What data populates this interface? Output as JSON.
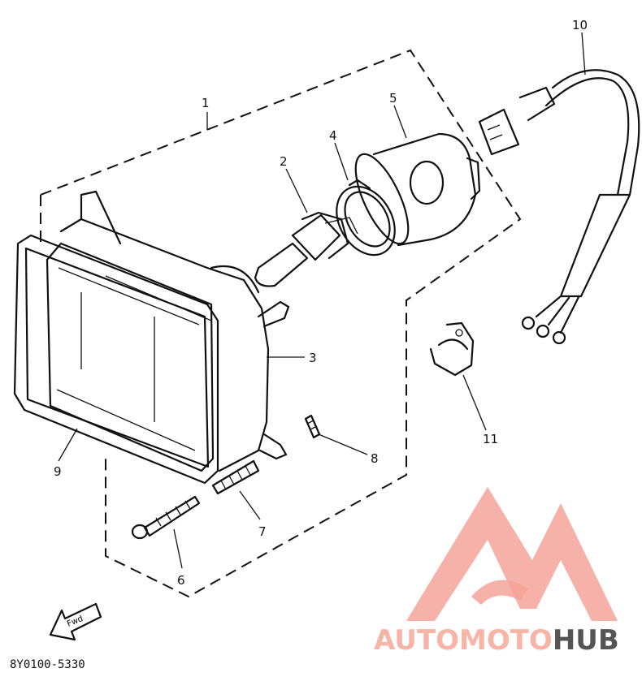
{
  "callouts": {
    "c1": "1",
    "c2": "2",
    "c3": "3",
    "c4": "4",
    "c5": "5",
    "c6": "6",
    "c7": "7",
    "c8": "8",
    "c9": "9",
    "c10": "10",
    "c11": "11"
  },
  "fwd_label": "Fwd",
  "part_code": "8Y0100-5330",
  "watermark": {
    "auto": "AUTO",
    "moto": "MOTO",
    "hub": "HUB",
    "logo_color": "#f5a39a",
    "auto_color": "#f7c9a0",
    "moto_color": "#f5a39a",
    "hub_color": "#555555"
  }
}
